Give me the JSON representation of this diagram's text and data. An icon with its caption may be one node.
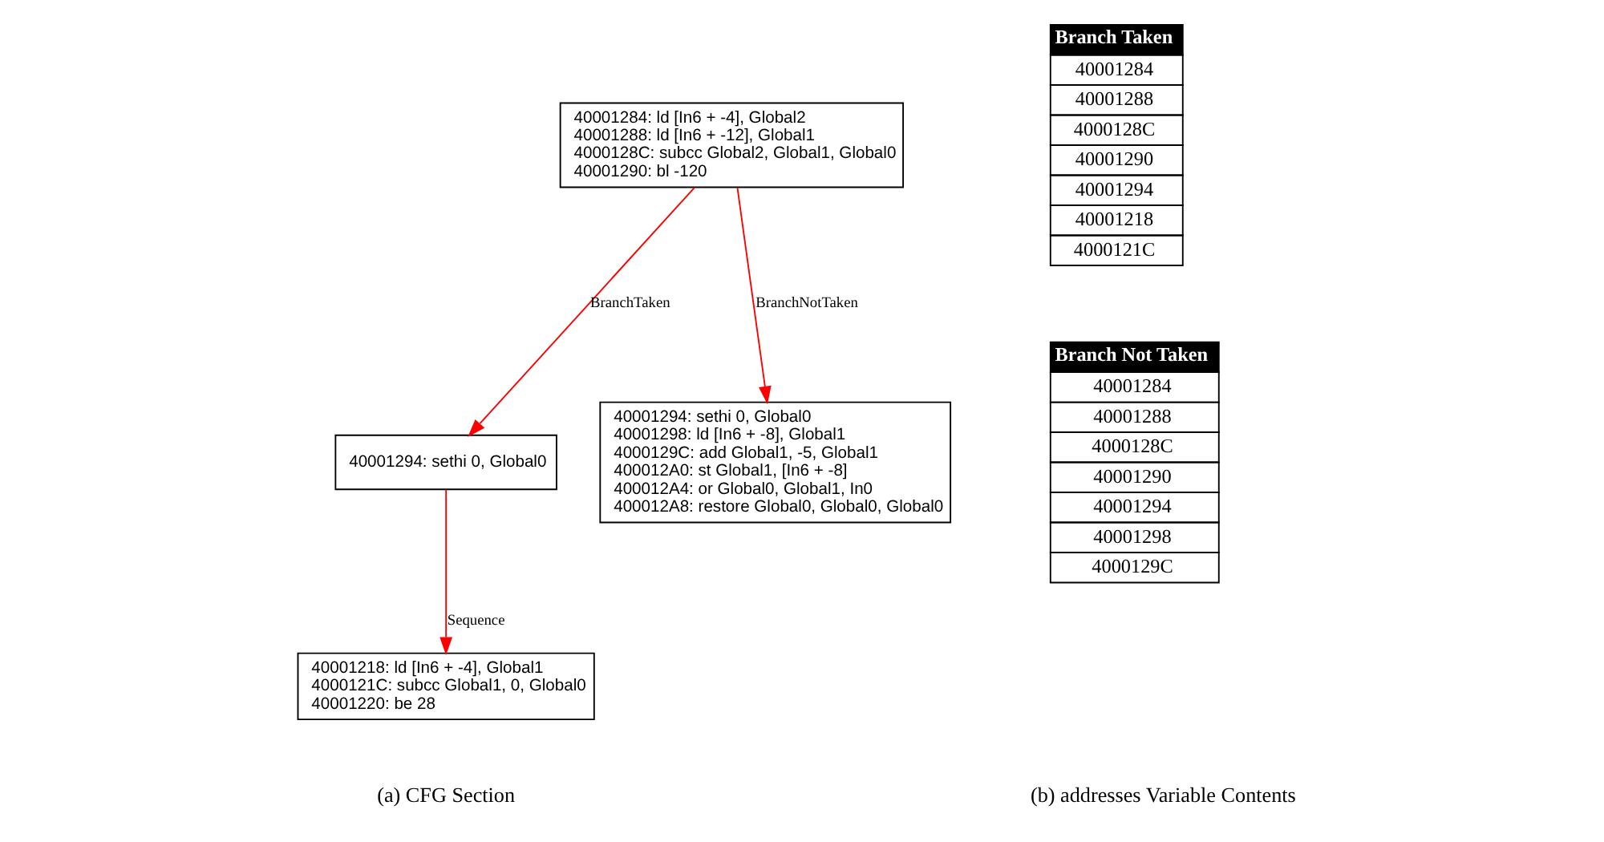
{
  "diagram": {
    "nodes": [
      {
        "text": [
          "40001284: ld [In6 + -4], Global2",
          "40001288: ld [In6 + -12], Global1",
          "4000128C: subcc Global2, Global1, Global0",
          "40001290: bl -120"
        ]
      },
      {
        "text": [
          "40001294: sethi 0, Global0"
        ]
      },
      {
        "text": [
          "40001294: sethi 0, Global0",
          "40001298: ld [In6 + -8], Global1",
          "4000129C: add Global1, -5, Global1",
          "400012A0: st Global1, [In6 + -8]",
          "400012A4: or Global0, Global1, In0",
          "400012A8: restore Global0, Global0, Global0"
        ]
      },
      {
        "text": [
          "40001218: ld [In6 + -4], Global1",
          "4000121C: subcc Global1, 0, Global0",
          "40001220: be 28"
        ]
      }
    ],
    "edges": [
      {
        "from": 0,
        "to": 1,
        "arrow": "to",
        "label": "BranchTaken",
        "color": "#ff0000"
      },
      {
        "from": 0,
        "to": 2,
        "arrow": "to",
        "label": "BranchNotTaken",
        "color": "#ff0000"
      },
      {
        "from": 1,
        "to": 3,
        "arrow": "to",
        "label": "Sequence",
        "color": "#ff0000"
      }
    ],
    "labels": [
      "Branch Taken",
      "40001284",
      "40001288",
      "4000128C",
      "40001290",
      "40001294",
      "40001218",
      "4000121C",
      "Branch Not Taken",
      "40001284",
      "40001288",
      "4000128C",
      "40001290",
      "40001294",
      "40001298",
      "4000129C",
      "(a) CFG Section",
      "(b) addresses Variable Contents"
    ]
  }
}
